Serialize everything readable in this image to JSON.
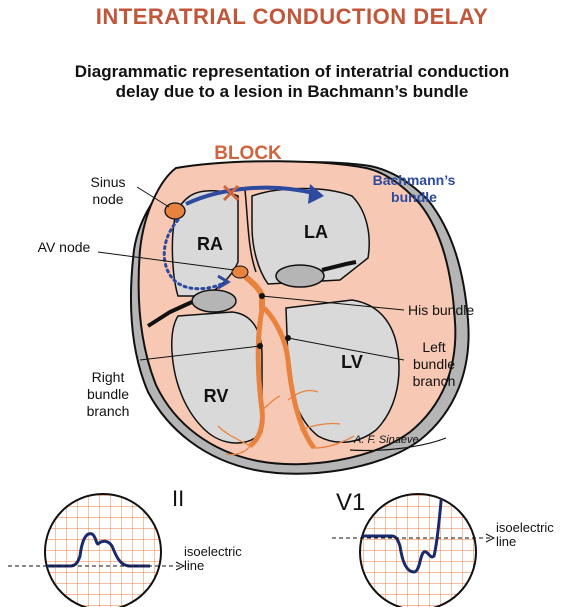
{
  "title": "INTERATRIAL CONDUCTION DELAY",
  "subtitle_line1": "Diagrammatic representation of interatrial conduction",
  "subtitle_line2": "delay due to a lesion in Bachmann’s bundle",
  "labels": {
    "block": "BLOCK",
    "bachmann_line1": "Bachmann’s",
    "bachmann_line2": "bundle",
    "sinus_line1": "Sinus",
    "sinus_line2": "node",
    "av_node": "AV node",
    "ra": "RA",
    "la": "LA",
    "rv": "RV",
    "lv": "LV",
    "his_bundle": "His bundle",
    "left_bundle_line1": "Left",
    "left_bundle_line2": "bundle",
    "left_bundle_line3": "branch",
    "right_bundle_line1": "Right",
    "right_bundle_line2": "bundle",
    "right_bundle_line3": "branch",
    "signature": "A. F. Sinaeve"
  },
  "ecg": {
    "lead_ii": "II",
    "lead_v1": "V1",
    "isoelectric_line1": "isoelectric",
    "isoelectric_line2": "line"
  },
  "colors": {
    "title": "#c0563a",
    "block": "#d0643c",
    "bachmann": "#2d4a9e",
    "conduction": "#e8833f",
    "ecg_grid": "#e87a3a",
    "chamber_fill": "#d9d9d9",
    "wall_fill": "#f7c9b4"
  }
}
